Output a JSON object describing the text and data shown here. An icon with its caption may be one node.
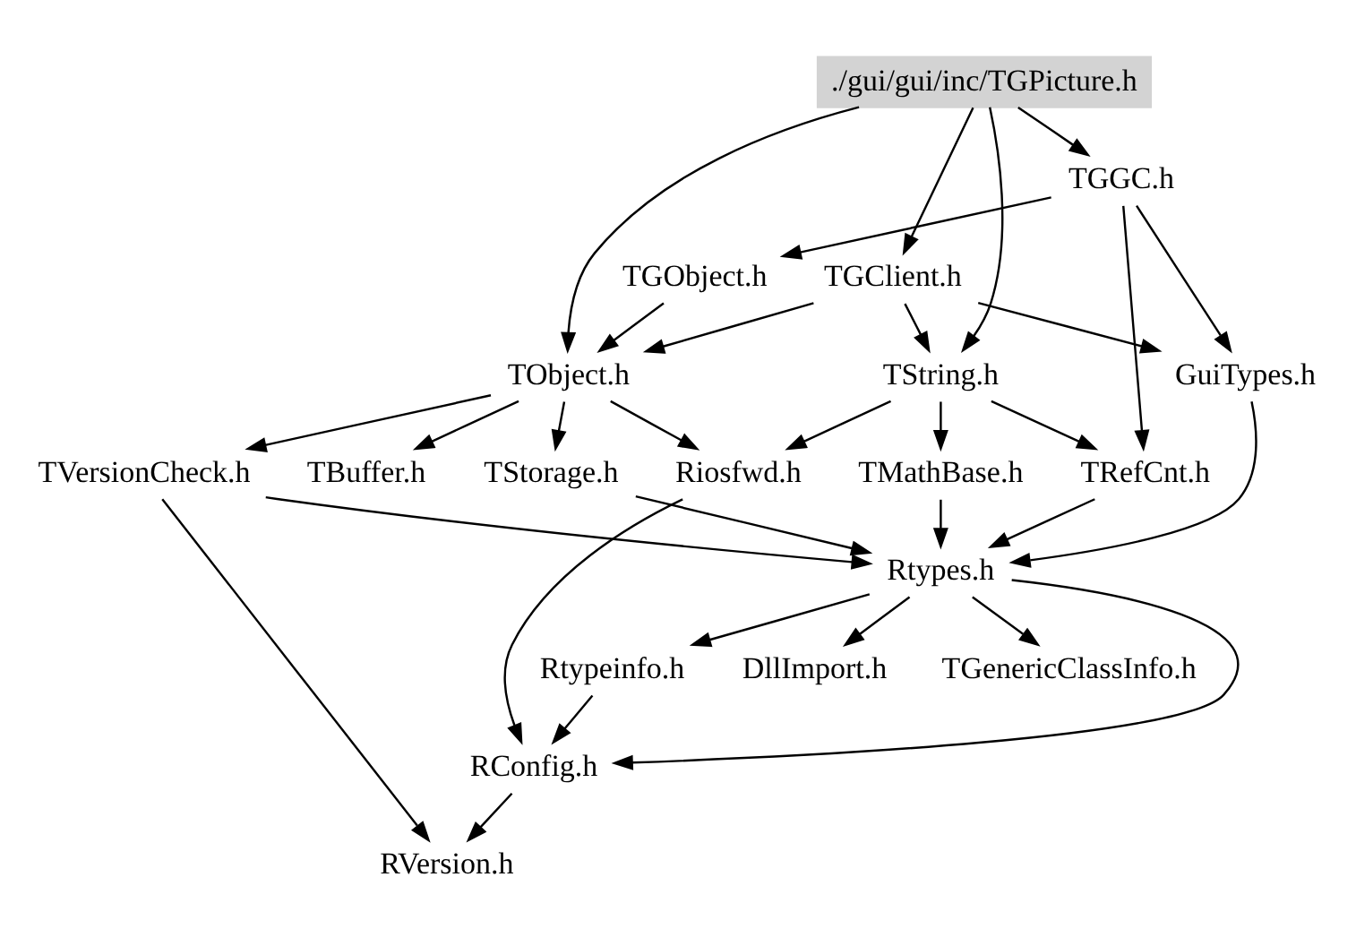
{
  "diagram": {
    "nodes": [
      {
        "text": [
          "./gui/gui/inc/TGPicture.h"
        ]
      },
      {
        "text": [
          "TGGC.h"
        ]
      },
      {
        "text": [
          "TGObject.h"
        ]
      },
      {
        "text": [
          "TGClient.h"
        ]
      },
      {
        "text": [
          "TObject.h"
        ]
      },
      {
        "text": [
          "GuiTypes.h"
        ]
      },
      {
        "text": [
          "TString.h"
        ]
      },
      {
        "text": [
          "TStorage.h"
        ]
      },
      {
        "text": [
          "TBuffer.h"
        ]
      },
      {
        "text": [
          "Riosfwd.h"
        ]
      },
      {
        "text": [
          "TMathBase.h"
        ]
      },
      {
        "text": [
          "TRefCnt.h"
        ]
      },
      {
        "text": [
          "TVersionCheck.h"
        ]
      },
      {
        "text": [
          "Rtypes.h"
        ]
      },
      {
        "text": [
          "TGenericClassInfo.h"
        ]
      },
      {
        "text": [
          "Rtypeinfo.h"
        ]
      },
      {
        "text": [
          "DllImport.h"
        ]
      },
      {
        "text": [
          "RConfig.h"
        ]
      },
      {
        "text": [
          "RVersion.h"
        ]
      }
    ],
    "edges": [
      {
        "from": 0,
        "to": 1,
        "arrow": "to"
      },
      {
        "from": 0,
        "to": 3,
        "arrow": "to"
      },
      {
        "from": 0,
        "to": 4,
        "arrow": "to"
      },
      {
        "from": 0,
        "to": 6,
        "arrow": "to"
      },
      {
        "from": 1,
        "to": 2,
        "arrow": "to"
      },
      {
        "from": 1,
        "to": 5,
        "arrow": "to"
      },
      {
        "from": 1,
        "to": 11,
        "arrow": "to"
      },
      {
        "from": 2,
        "to": 4,
        "arrow": "to"
      },
      {
        "from": 3,
        "to": 4,
        "arrow": "to"
      },
      {
        "from": 3,
        "to": 5,
        "arrow": "to"
      },
      {
        "from": 3,
        "to": 6,
        "arrow": "to"
      },
      {
        "from": 4,
        "to": 12,
        "arrow": "to"
      },
      {
        "from": 4,
        "to": 7,
        "arrow": "to"
      },
      {
        "from": 4,
        "to": 8,
        "arrow": "to"
      },
      {
        "from": 4,
        "to": 9,
        "arrow": "to"
      },
      {
        "from": 5,
        "to": 13,
        "arrow": "to"
      },
      {
        "from": 6,
        "to": 9,
        "arrow": "to"
      },
      {
        "from": 6,
        "to": 10,
        "arrow": "to"
      },
      {
        "from": 6,
        "to": 11,
        "arrow": "to"
      },
      {
        "from": 7,
        "to": 13,
        "arrow": "to"
      },
      {
        "from": 12,
        "to": 13,
        "arrow": "to"
      },
      {
        "from": 10,
        "to": 13,
        "arrow": "to"
      },
      {
        "from": 11,
        "to": 13,
        "arrow": "to"
      },
      {
        "from": 9,
        "to": 17,
        "arrow": "to"
      },
      {
        "from": 12,
        "to": 18,
        "arrow": "to"
      },
      {
        "from": 13,
        "to": 14,
        "arrow": "to"
      },
      {
        "from": 13,
        "to": 15,
        "arrow": "to"
      },
      {
        "from": 13,
        "to": 16,
        "arrow": "to"
      },
      {
        "from": 13,
        "to": 17,
        "arrow": "to"
      },
      {
        "from": 15,
        "to": 17,
        "arrow": "to"
      },
      {
        "from": 17,
        "to": 18,
        "arrow": "to"
      }
    ]
  }
}
